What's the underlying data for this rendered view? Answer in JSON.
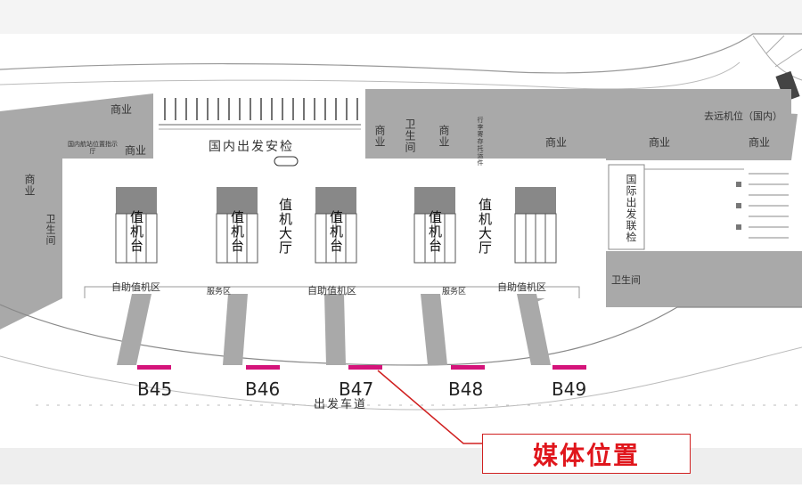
{
  "map": {
    "security": "国内出发安检",
    "checkin_counter": "值机台",
    "checkin_hall": "值机大厅",
    "self_checkin": "自助值机区",
    "service": "服务区",
    "commerce": "商业",
    "toilet": "卫生间",
    "intl_inspection": "国际出发联检",
    "remote_stand": "去远机位（国内）",
    "domestic_guide": "国内航站位置指示厅",
    "baggage": "行李寄存托运件",
    "departure_road": "出发车道"
  },
  "gates": [
    "B45",
    "B46",
    "B47",
    "B48",
    "B49"
  ],
  "callout": {
    "label": "媒体位置",
    "color": "#e0161c"
  },
  "colors": {
    "building_grey": "#a9a9a9",
    "hall_fill": "#ffffff",
    "marker": "#d4147a"
  }
}
